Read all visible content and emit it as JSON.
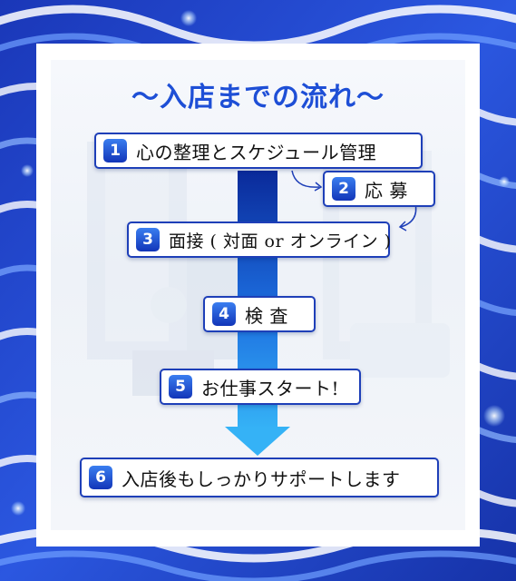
{
  "title": "～入店までの流れ～",
  "steps": [
    {
      "num": "1",
      "label": "心の整理とスケジュール管理"
    },
    {
      "num": "2",
      "label": "応 募"
    },
    {
      "num": "3",
      "label": "面接 ( 対面 or オンライン )"
    },
    {
      "num": "4",
      "label": "検 査"
    },
    {
      "num": "5",
      "label": "お仕事スタート!"
    },
    {
      "num": "6",
      "label": "入店後もしっかりサポートします"
    }
  ],
  "colors": {
    "accent": "#1e4fd6",
    "background": "#1d3fc4",
    "arrow_top": "#0a2a9a",
    "arrow_bottom": "#35b2f6"
  }
}
